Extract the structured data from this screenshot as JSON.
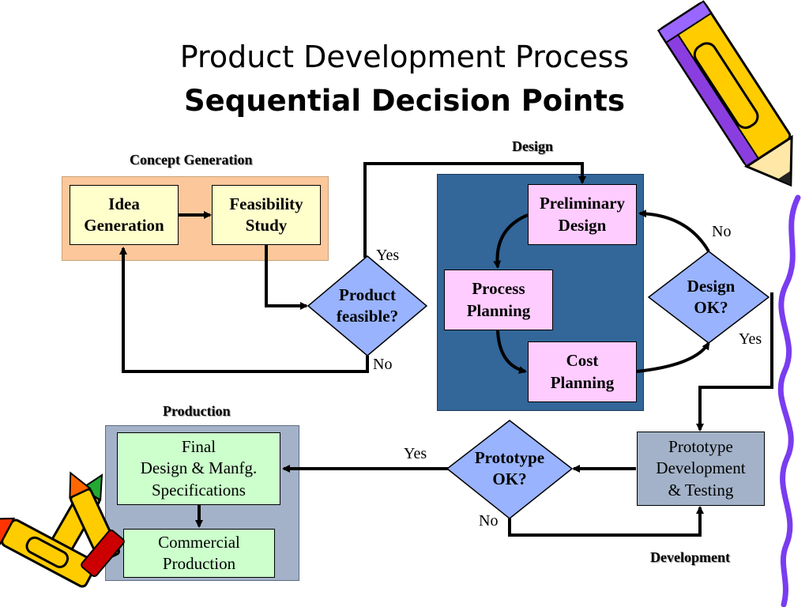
{
  "title": {
    "line1": "Product Development Process",
    "line2": "Sequential Decision Points"
  },
  "sections": {
    "concept": "Concept Generation",
    "design": "Design",
    "production": "Production",
    "development": "Development"
  },
  "boxes": {
    "idea": {
      "line1": "Idea",
      "line2": "Generation"
    },
    "feasibility": {
      "line1": "Feasibility",
      "line2": "Study"
    },
    "preliminary": {
      "line1": "Preliminary",
      "line2": "Design"
    },
    "process": {
      "line1": "Process",
      "line2": "Planning"
    },
    "cost": {
      "line1": "Cost",
      "line2": "Planning"
    },
    "prototype_dev": {
      "line1": "Prototype",
      "line2": "Development",
      "line3": "& Testing"
    },
    "final": {
      "line1": "Final",
      "line2": "Design & Manfg.",
      "line3": "Specifications"
    },
    "commercial": {
      "line1": "Commercial",
      "line2": "Production"
    }
  },
  "decisions": {
    "product_feasible": {
      "line1": "Product",
      "line2": "feasible?"
    },
    "design_ok": {
      "line1": "Design",
      "line2": "OK?"
    },
    "prototype_ok": {
      "line1": "Prototype",
      "line2": "OK?"
    }
  },
  "edge_labels": {
    "feasible_yes": "Yes",
    "feasible_no": "No",
    "design_no": "No",
    "design_yes": "Yes",
    "prototype_yes": "Yes",
    "prototype_no": "No"
  },
  "colors": {
    "concept_panel": "#fcc89b",
    "design_panel": "#336699",
    "production_panel": "#a3b2c8",
    "yellow_box": "#ffffcc",
    "pink_box": "#ffccff",
    "green_box": "#ccffcc",
    "gray_box": "#a3b2c8",
    "diamond": "#99b3ff"
  },
  "decorations": [
    "pencil-icon",
    "crayons-icon",
    "squiggle-border"
  ]
}
